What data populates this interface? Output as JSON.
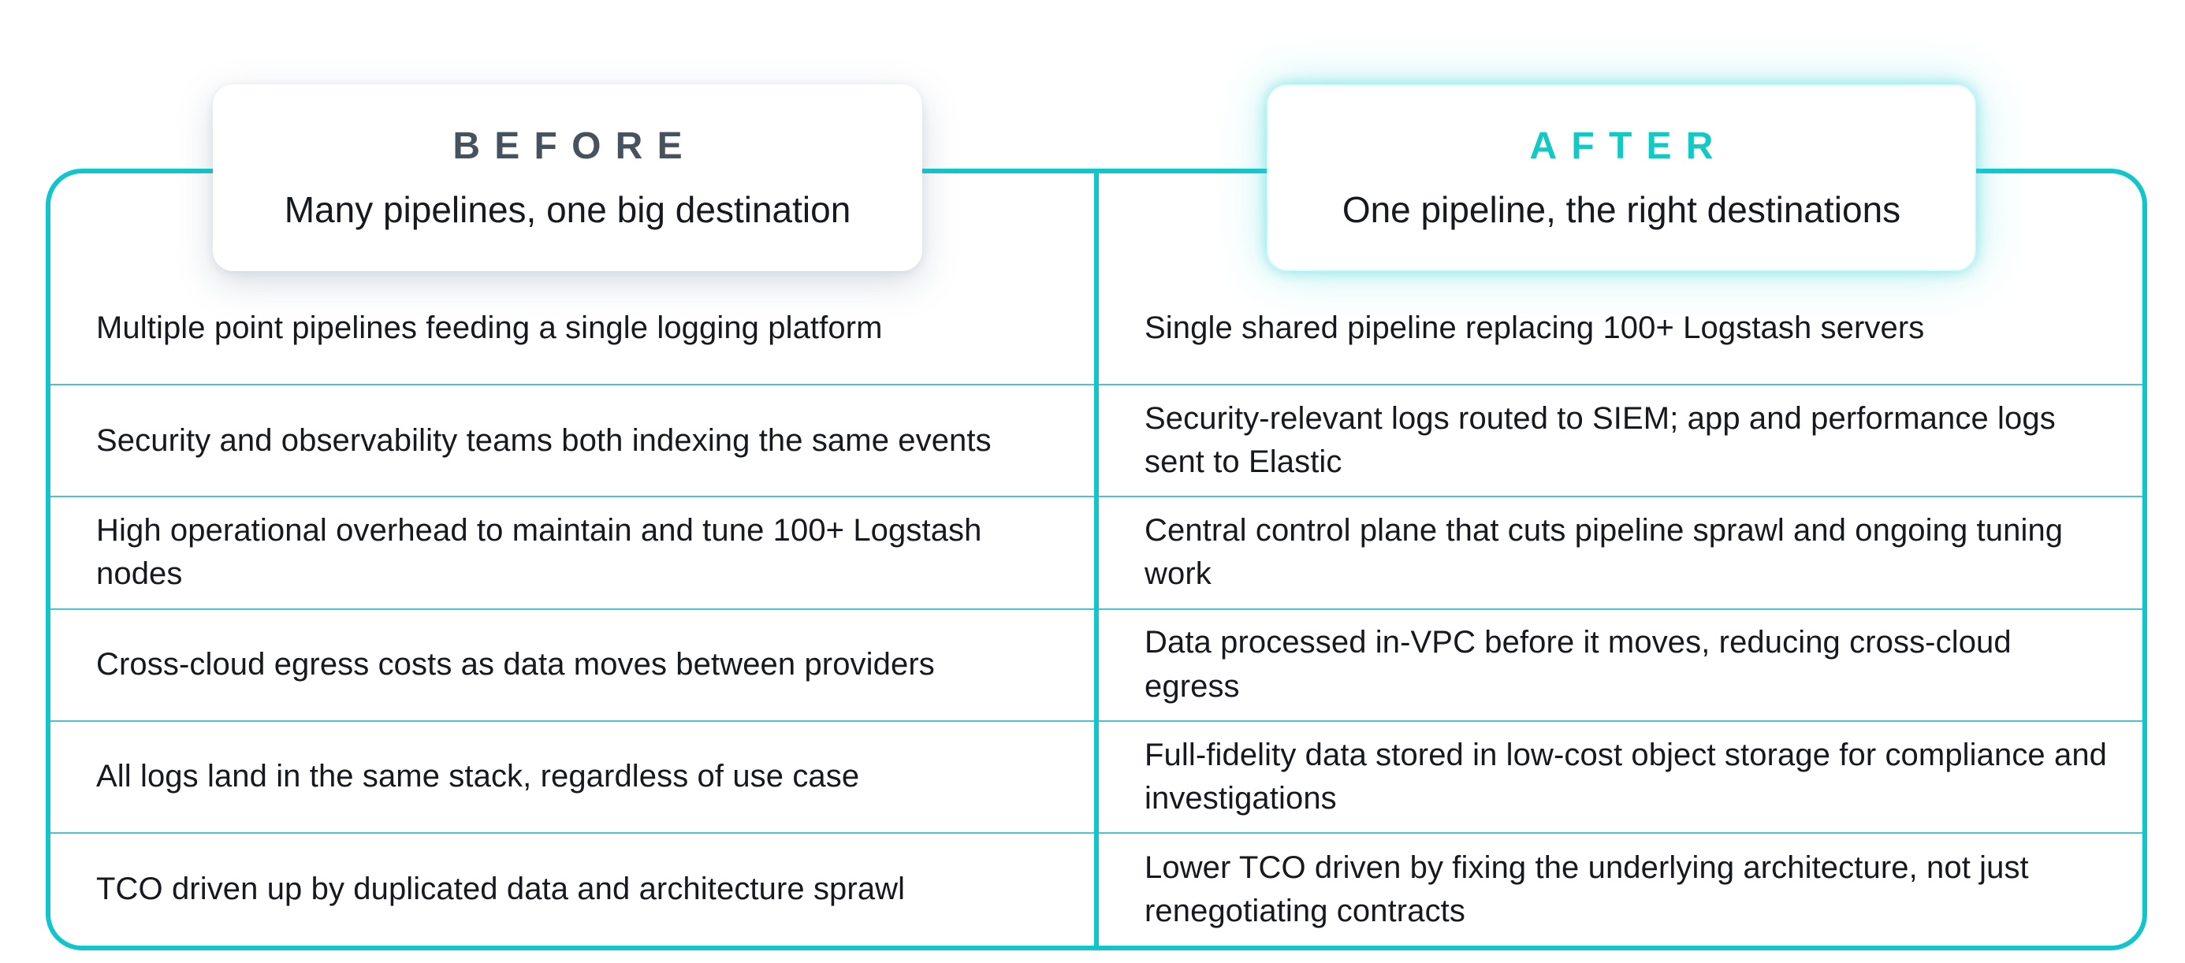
{
  "comparison": {
    "before": {
      "title": "BEFORE",
      "subtitle": "Many pipelines, one big destination",
      "rows": [
        "Multiple point pipelines feeding a single logging platform",
        "Security and observability teams both indexing the same events",
        "High operational overhead to maintain and tune 100+ Logstash nodes",
        "Cross-cloud egress costs as data moves between providers",
        "All logs land in the same stack, regardless of use case",
        "TCO driven up by duplicated data and architecture sprawl"
      ]
    },
    "after": {
      "title": "AFTER",
      "subtitle": "One pipeline, the right destinations",
      "rows": [
        "Single shared pipeline replacing 100+ Logstash servers",
        "Security-relevant logs routed to SIEM; app and performance logs sent to Elastic",
        "Central control plane that cuts pipeline sprawl and ongoing tuning work",
        "Data processed in-VPC before it moves, reducing cross-cloud egress",
        "Full-fidelity data stored in low-cost object storage for compliance and investigations",
        "Lower TCO driven by fixing the underlying architecture, not just renegotiating contracts"
      ]
    },
    "colors": {
      "accent_teal": "#10c6cc",
      "divider_teal": "#4cc3d4",
      "before_title_color": "#46525e",
      "after_title_color": "#14c9c4",
      "body_text_color": "#16191d"
    }
  }
}
